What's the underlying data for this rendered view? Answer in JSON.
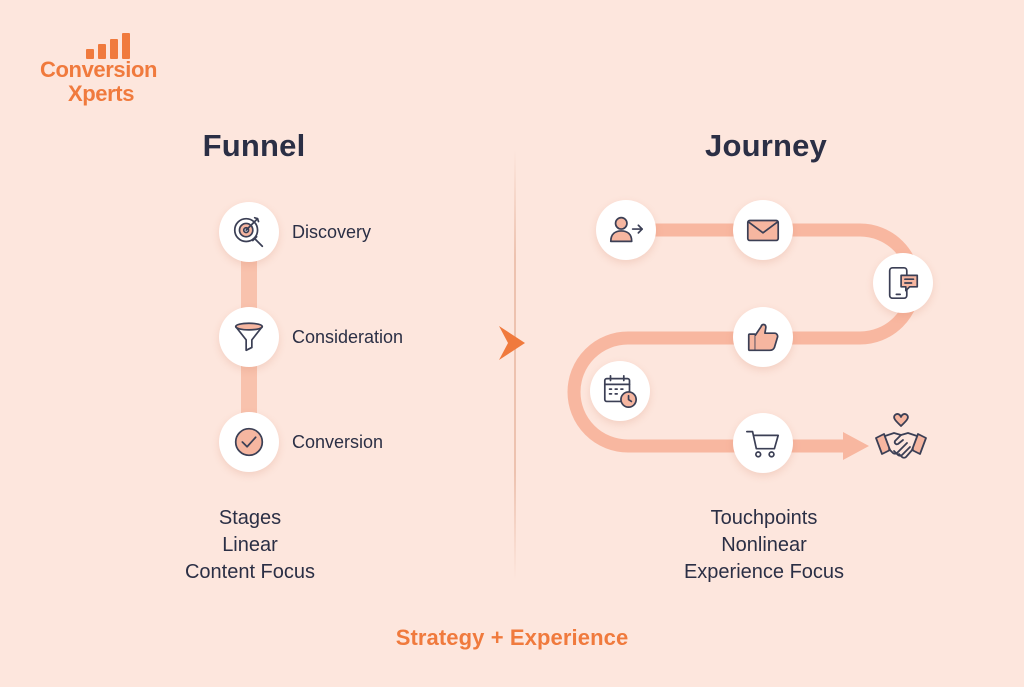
{
  "logo": {
    "line1": "Conversion",
    "line2": "Xperts",
    "icon": "bar-chart-icon"
  },
  "colors": {
    "background": "#fde6dd",
    "accent": "#f07a3d",
    "path": "#f8b7a0",
    "text": "#2b2f45"
  },
  "funnel": {
    "title": "Funnel",
    "stages": [
      {
        "label": "Discovery",
        "icon": "target-search-icon"
      },
      {
        "label": "Consideration",
        "icon": "funnel-icon"
      },
      {
        "label": "Conversion",
        "icon": "check-circle-icon"
      }
    ],
    "summary": [
      "Stages",
      "Linear",
      "Content Focus"
    ]
  },
  "journey": {
    "title": "Journey",
    "touchpoints": [
      "user-arrow-icon",
      "envelope-icon",
      "mobile-chat-icon",
      "thumbs-up-icon",
      "calendar-clock-icon",
      "shopping-cart-icon",
      "handshake-heart-icon"
    ],
    "summary": [
      "Touchpoints",
      "Nonlinear",
      "Experience Focus"
    ]
  },
  "divider_icon": "chevron-right-icon",
  "footer": "Strategy + Experience"
}
